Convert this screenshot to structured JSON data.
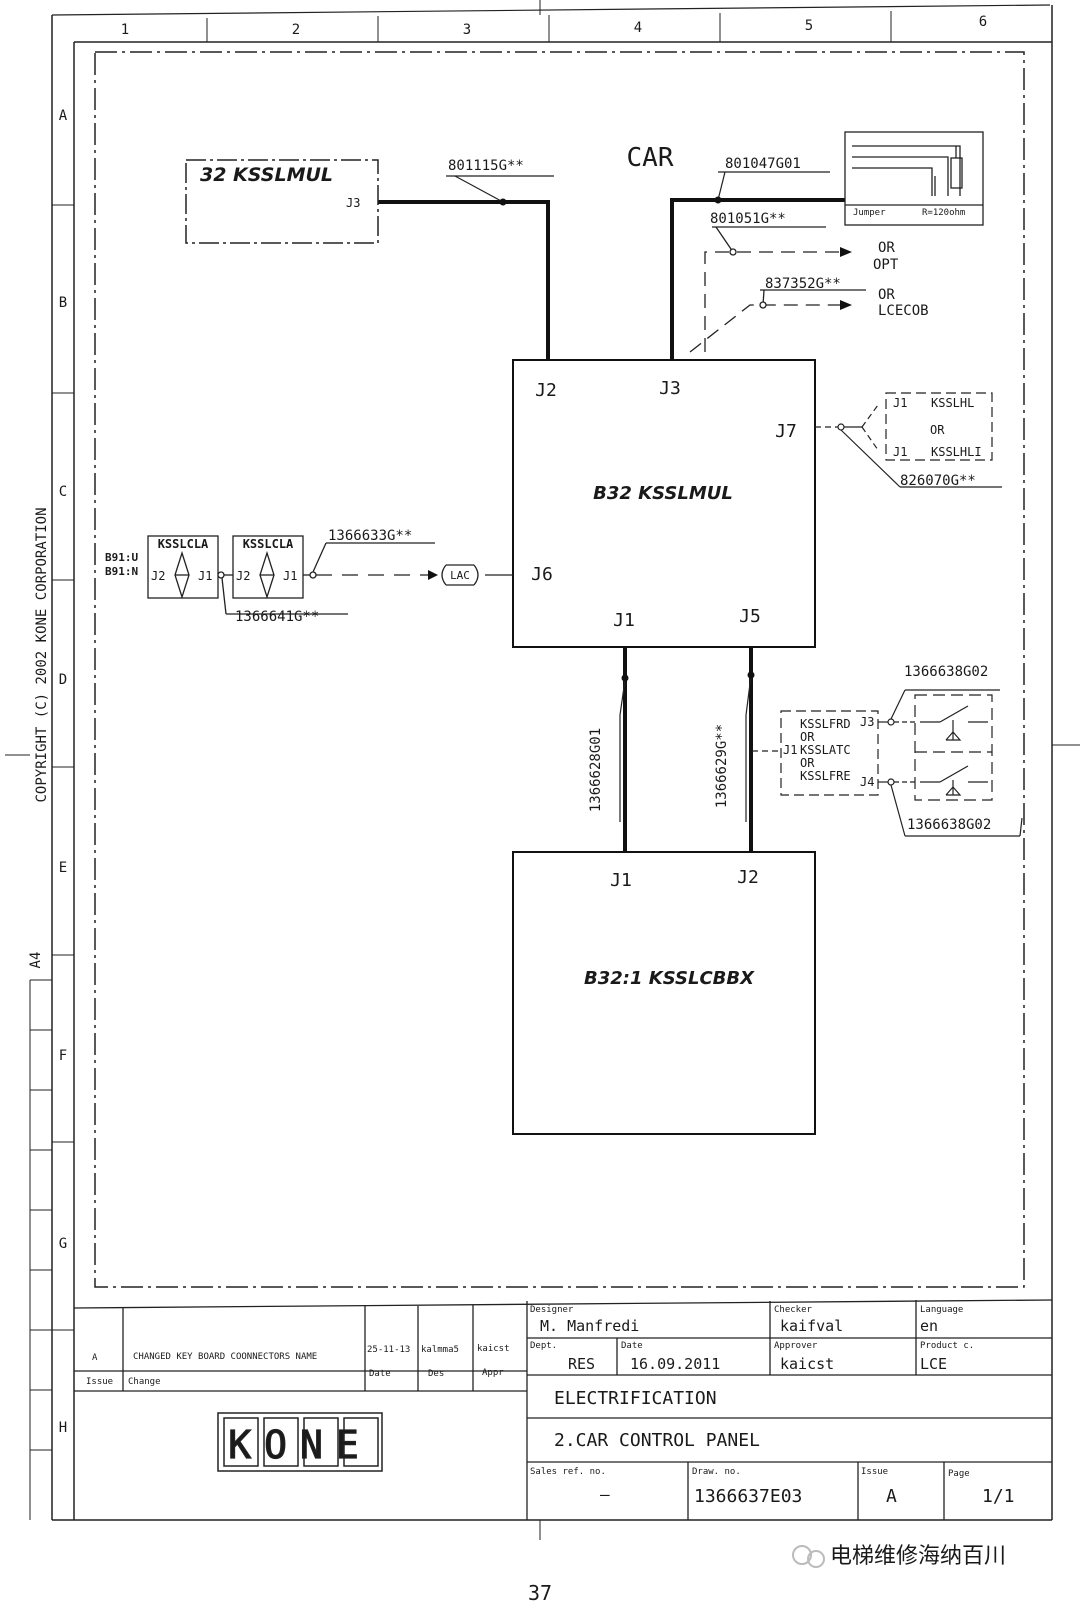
{
  "border": {
    "columns": [
      "1",
      "2",
      "3",
      "4",
      "5",
      "6"
    ],
    "rows": [
      "A",
      "B",
      "C",
      "D",
      "E",
      "F",
      "G",
      "H"
    ],
    "copyright": "COPYRIGHT (C) 2002 KONE CORPORATION",
    "paper_size": "A4"
  },
  "diagram": {
    "car_label": "CAR",
    "top_board": {
      "name": "32 KSSLMUL",
      "port": "J3"
    },
    "cable_801115": "801115G**",
    "cable_801047": "801047G01",
    "terminator": {
      "jumper": "Jumper",
      "resistor": "R=120ohm"
    },
    "cable_801051": "801051G**",
    "or_opt": [
      "OR",
      "OPT"
    ],
    "cable_837352": "837352G**",
    "or_lcecob": [
      "OR",
      "LCECOB"
    ],
    "main_board": {
      "name": "B32 KSSLMUL",
      "j2": "J2",
      "j3": "J3",
      "j7": "J7",
      "j6": "J6",
      "j1": "J1",
      "j5": "J5"
    },
    "j7_group": {
      "j1a": "J1",
      "name_a": "KSSLHL",
      "or": "OR",
      "j1b": "J1",
      "name_b": "KSSLHLI"
    },
    "cable_826070": "826070G**",
    "left_boards": {
      "b91_u": "B91:U",
      "b91_n": "B91:N",
      "name1": "KSSLCLA",
      "name2": "KSSLCLA",
      "j2": "J2",
      "j1": "J1"
    },
    "cable_1366633": "1366633G**",
    "lac": "LAC",
    "cable_1366641": "1366641G**",
    "cable_1366628": "1366628G01",
    "cable_1366629": "1366629G**",
    "fr_group": {
      "l1": "KSSLFRD",
      "l2": "OR",
      "l3": "KSSLATC",
      "l4": "OR",
      "l5": "KSSLFRE",
      "j1": "J1",
      "j3": "J3",
      "j4": "J4"
    },
    "cable_1366638_top": "1366638G02",
    "cable_1366638_bottom": "1366638G02",
    "bottom_board": {
      "name": "B32:1 KSSLCBBX",
      "j1": "J1",
      "j2": "J2"
    }
  },
  "title_block": {
    "revision": {
      "issue": "A",
      "change": "CHANGED KEY BOARD COONNECTORS NAME",
      "date": "25-11-13",
      "des": "kalmma5",
      "appr": "kaicst"
    },
    "headers": {
      "issue": "Issue",
      "change": "Change",
      "date": "Date",
      "des": "Des",
      "appr": "Appr"
    },
    "designer_label": "Designer",
    "designer": "M. Manfredi",
    "checker_label": "Checker",
    "checker": "kaifval",
    "language_label": "Language",
    "language": "en",
    "dept_label": "Dept.",
    "dept": "RES",
    "date_label": "Date",
    "date": "16.09.2011",
    "approver_label": "Approver",
    "approver": "kaicst",
    "product_label": "Product c.",
    "product": "LCE",
    "title1": "ELECTRIFICATION",
    "title2": "2.CAR CONTROL PANEL",
    "sales_label": "Sales ref. no.",
    "sales": "–",
    "draw_label": "Draw. no.",
    "draw": "1366637E03",
    "issue_label": "Issue",
    "issue": "A",
    "page_label": "Page",
    "page": "1/1",
    "logo": "KONE"
  },
  "page_number": "37",
  "watermark": "电梯维修海纳百川"
}
